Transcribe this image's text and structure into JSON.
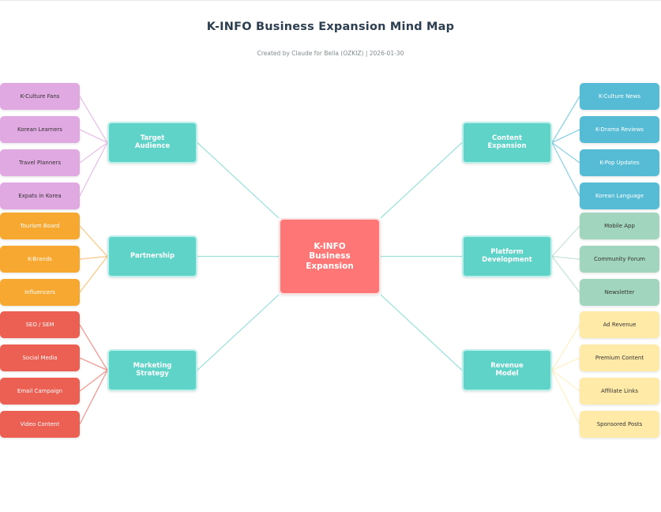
{
  "title": "K-INFO Business Expansion Mind Map",
  "subtitle": "Created by Claude for Bella (OZKIZ) | 2026-01-30",
  "center": {
    "label": "K-INFO\nBusiness\nExpansion",
    "color": "#ff7676"
  },
  "branch_color": "#5fd3c8",
  "branches": [
    {
      "label": "Target\nAudience",
      "side": "left",
      "leaf_color": "#e1a9e1",
      "leaf_text_color": "#333333",
      "line_color": "#e8c2e8",
      "leaves": [
        "K-Culture Fans",
        "Korean Learners",
        "Travel Planners",
        "Expats in Korea"
      ]
    },
    {
      "label": "Partnership",
      "side": "left",
      "leaf_color": "#f7a830",
      "leaf_text_color": "#ffffff",
      "line_color": "#f9c98a",
      "leaves": [
        "Tourism Board",
        "K-Brands",
        "Influencers"
      ]
    },
    {
      "label": "Marketing\nStrategy",
      "side": "left",
      "leaf_color": "#ec5f53",
      "leaf_text_color": "#ffffff",
      "line_color": "#f09a92",
      "leaves": [
        "SEO / SEM",
        "Social Media",
        "Email Campaign",
        "Video Content"
      ]
    },
    {
      "label": "Content\nExpansion",
      "side": "right",
      "leaf_color": "#56bcd6",
      "leaf_text_color": "#ffffff",
      "line_color": "#8dd3e5",
      "leaves": [
        "K-Culture News",
        "K-Drama Reviews",
        "K-Pop Updates",
        "Korean Language"
      ]
    },
    {
      "label": "Platform\nDevelopment",
      "side": "right",
      "leaf_color": "#a2d5bd",
      "leaf_text_color": "#333333",
      "line_color": "#c6e5d6",
      "leaves": [
        "Mobile App",
        "Community Forum",
        "Newsletter"
      ]
    },
    {
      "label": "Revenue\nModel",
      "side": "right",
      "leaf_color": "#ffeaa8",
      "leaf_text_color": "#333333",
      "line_color": "#fff1c8",
      "leaves": [
        "Ad Revenue",
        "Premium Content",
        "Affiliate Links",
        "Sponsored Posts"
      ]
    }
  ]
}
